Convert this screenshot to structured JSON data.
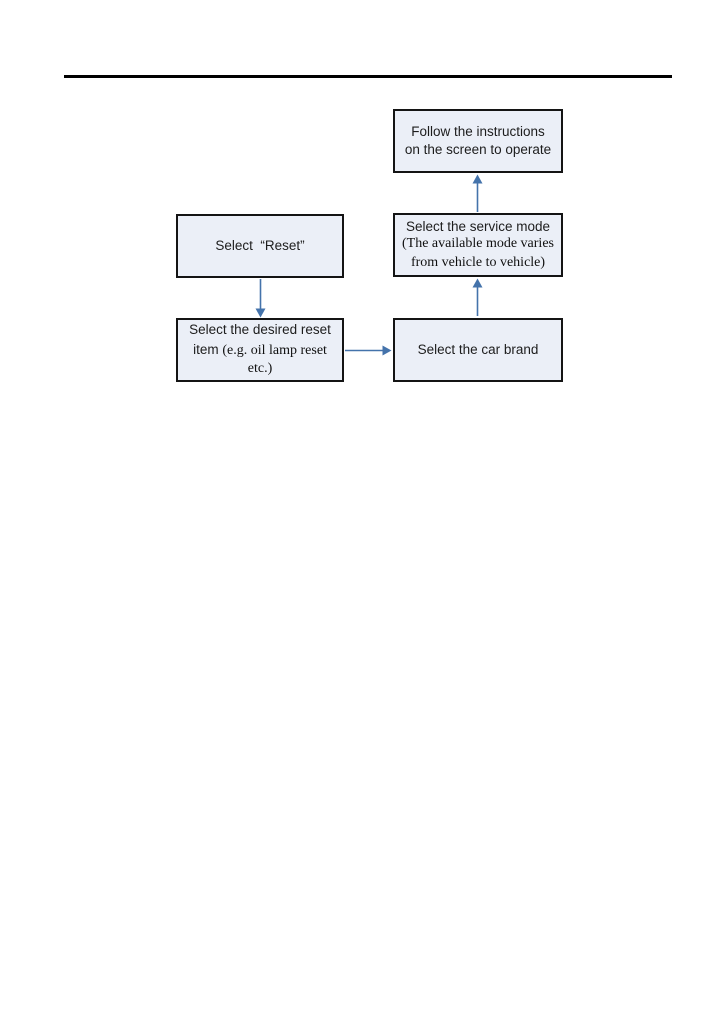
{
  "page": {
    "kind": "manual-page-flowchart",
    "background": "#ffffff"
  },
  "colors": {
    "box_fill": "#ebeff7",
    "box_border": "#141414",
    "arrow": "#4473ab",
    "rule": "#000000",
    "text_sans": "#1d1d1d",
    "text_serif": "#101010"
  },
  "flowchart": {
    "boxes": {
      "follow_instructions": {
        "line1": "Follow the instructions",
        "line2": "on the screen to operate"
      },
      "service_mode": {
        "line1": "Select the service mode",
        "note_line1": "(The available mode varies",
        "note_line2": "from vehicle to vehicle)"
      },
      "select_reset": {
        "label": "Select  “Reset”"
      },
      "reset_item": {
        "line1": "Select the desired reset",
        "line2_sans": "item ",
        "line2_serif": "(e.g. oil lamp reset",
        "line3_serif": "etc.)"
      },
      "car_brand": {
        "label": "Select the car brand"
      }
    },
    "connections": [
      {
        "from": "select_reset",
        "to": "reset_item",
        "direction": "down"
      },
      {
        "from": "reset_item",
        "to": "car_brand",
        "direction": "right"
      },
      {
        "from": "car_brand",
        "to": "service_mode",
        "direction": "up"
      },
      {
        "from": "service_mode",
        "to": "follow_instructions",
        "direction": "up"
      }
    ]
  }
}
